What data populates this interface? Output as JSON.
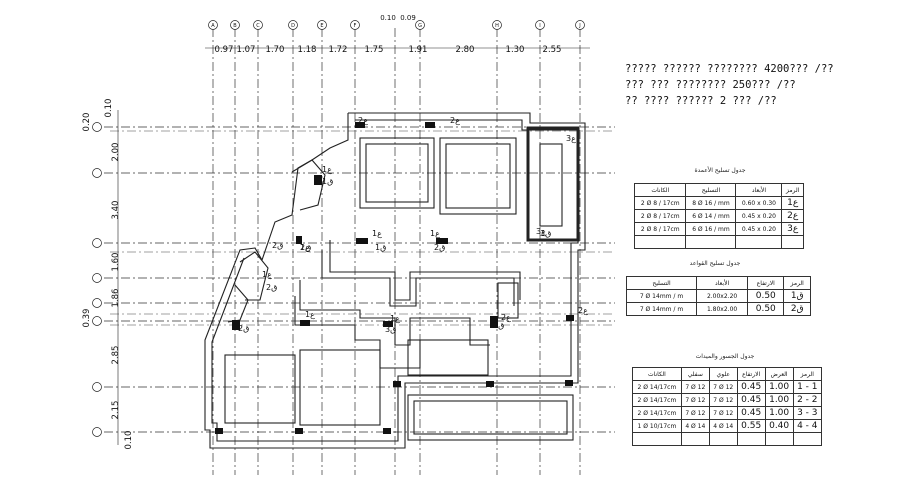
{
  "grid": {
    "top_labels": [
      "A",
      "B",
      "C",
      "D",
      "E",
      "F",
      "G",
      "H",
      "I",
      "J"
    ],
    "top_dims": [
      "0.97",
      "1.07",
      "1.70",
      "1.18",
      "1.72",
      "1.75",
      "1.91",
      "2.80",
      "1.30",
      "2.55"
    ],
    "small_dims": [
      "0.10",
      "0.09"
    ],
    "left_dims": [
      "0.10",
      "0.20",
      "2.00",
      "3.40",
      "1.60",
      "1.86",
      "0.39",
      "2.85",
      "2.15",
      "0.10"
    ]
  },
  "notes": [
    "????? ?????? ???????? 4200??? /??",
    "??? ??? ???????? 250??? /??",
    "?? ???? ?????? 2 ??? /??"
  ],
  "column_labels": [
    "3ع",
    "2ع",
    "2ع",
    "1ع",
    "1ع",
    "2ع",
    "1ع",
    "1ع",
    "2ع",
    "3ع",
    "1ع",
    "1ع",
    "2ع"
  ],
  "footing_labels": [
    "1ق",
    "2ق",
    "1ق",
    "1ق",
    "2ق",
    "2ق",
    "3ق",
    "2ق",
    "2ق",
    "3ق"
  ],
  "columns_schedule": {
    "title": "جدول تسليح الأعمدة",
    "headers": [
      "الكانات",
      "التسليح",
      "الأبعاد",
      "الرمز"
    ],
    "rows": [
      [
        "2 Ø 8 / 17cm",
        "8 Ø 16 / mm",
        "0.60 x 0.30",
        "1ع"
      ],
      [
        "2 Ø 8 / 17cm",
        "6 Ø 14 / mm",
        "0.45 x 0.20",
        "2ع"
      ],
      [
        "2 Ø 8 / 17cm",
        "6 Ø 16 / mm",
        "0.45 x 0.20",
        "3ع"
      ],
      [
        "",
        "",
        "",
        ""
      ]
    ]
  },
  "footings_schedule": {
    "title": "جدول تسليح القواعد",
    "headers": [
      "التسليح",
      "الأبعاد",
      "الارتفاع",
      "الرمز"
    ],
    "rows": [
      [
        "7 Ø 14mm / m",
        "2.00x2.20",
        "0.50",
        "1ق"
      ],
      [
        "7 Ø 14mm / m",
        "1.80x2.00",
        "0.50",
        "2ق"
      ]
    ]
  },
  "beams_schedule": {
    "title": "جدول الجسور والميدات",
    "headers": [
      "الكانات",
      "سفلي",
      "علوي",
      "الارتفاع",
      "العرض",
      "الرمز"
    ],
    "rows": [
      [
        "2 Ø 14/17cm",
        "7 Ø 12",
        "7 Ø 12",
        "0.45",
        "1.00",
        "1 - 1"
      ],
      [
        "2 Ø 14/17cm",
        "7 Ø 12",
        "7 Ø 12",
        "0.45",
        "1.00",
        "2 - 2"
      ],
      [
        "2 Ø 14/17cm",
        "7 Ø 12",
        "7 Ø 12",
        "0.45",
        "1.00",
        "3 - 3"
      ],
      [
        "1 Ø 10/17cm",
        "4 Ø 14",
        "4 Ø 14",
        "0.55",
        "0.40",
        "4 - 4"
      ],
      [
        "",
        "",
        "",
        "",
        "",
        ""
      ]
    ]
  }
}
